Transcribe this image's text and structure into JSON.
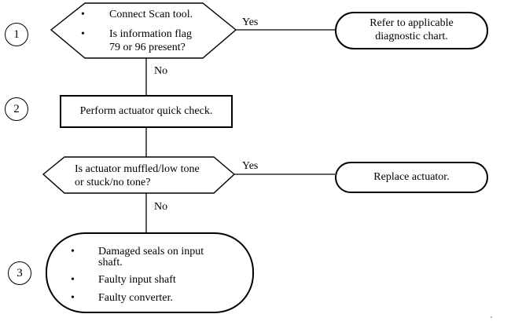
{
  "steps": {
    "s1": "1",
    "s2": "2",
    "s3": "3"
  },
  "decision1": {
    "bullets": [
      "Connect Scan tool.",
      "Is information flag",
      "79 or 96 present?"
    ],
    "yes": "Yes",
    "no": "No"
  },
  "result1": [
    "Refer to applicable",
    "diagnostic chart."
  ],
  "action2": "Perform actuator quick check.",
  "decision2": {
    "lines": [
      "Is actuator muffled/low tone",
      "or stuck/no tone?"
    ],
    "yes": "Yes",
    "no": "No"
  },
  "result2": "Replace actuator.",
  "causes": {
    "items": [
      "Damaged seals on input",
      "shaft.",
      "Faulty input shaft",
      "Faulty converter."
    ]
  },
  "bullet_symbol": "•"
}
